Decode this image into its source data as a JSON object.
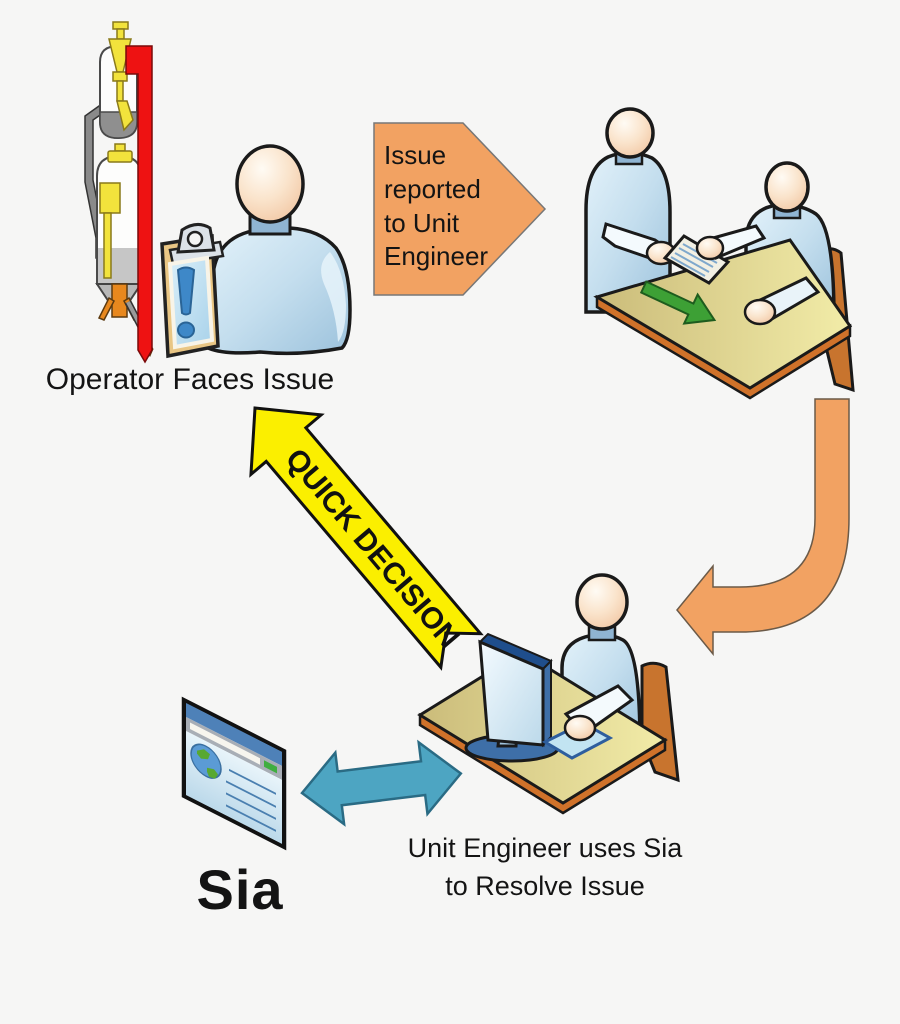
{
  "background_color": "#f6f6f5",
  "labels": {
    "operator": "Operator Faces Issue",
    "issue_reported": "Issue reported to Unit Engineer",
    "quick_decision": "QUICK DECISION",
    "engineer_line1": "Unit Engineer uses Sia",
    "engineer_line2": "to Resolve Issue",
    "sia": "Sia"
  },
  "colors": {
    "orange_arrow": "#f2a262",
    "yellow_arrow": "#fbef00",
    "teal_arrow": "#4da5c2",
    "red_pipe": "#ee1212",
    "green_arrow": "#3da035",
    "desk_edge": "#d0722a",
    "chair": "#c8742e",
    "text": "#141414"
  },
  "icons": {
    "plant_equipment": "industrial-columns-illustration",
    "operator": "person-with-clipboard",
    "clipboard_alert": "exclamation-mark",
    "meeting": "two-people-exchanging-document-at-desk",
    "engineer_desk": "person-at-computer-desk",
    "sia_app": "browser-window-with-globe"
  },
  "diagram": {
    "title": "Issue resolution workflow",
    "nodes": [
      {
        "id": "operator",
        "label": "Operator Faces Issue",
        "icon": "operator-with-clipboard-beside-plant-equipment"
      },
      {
        "id": "meeting",
        "label": "",
        "icon": "two-people-exchanging-document-at-desk"
      },
      {
        "id": "engineer",
        "label": "Unit Engineer uses Sia to Resolve Issue",
        "icon": "engineer-at-computer-desk"
      },
      {
        "id": "sia",
        "label": "Sia",
        "icon": "application-window-with-globe"
      }
    ],
    "edges": [
      {
        "from": "operator",
        "to": "meeting",
        "label": "Issue reported to Unit Engineer",
        "style": "orange-pentagon-arrow"
      },
      {
        "from": "meeting",
        "to": "engineer",
        "label": "",
        "style": "orange-elbow-arrow"
      },
      {
        "from": "engineer",
        "to": "operator",
        "label": "QUICK DECISION",
        "style": "yellow-ribbon-arrow"
      },
      {
        "from": "engineer",
        "to": "sia",
        "label": "",
        "style": "teal-double-headed-arrow"
      }
    ]
  }
}
